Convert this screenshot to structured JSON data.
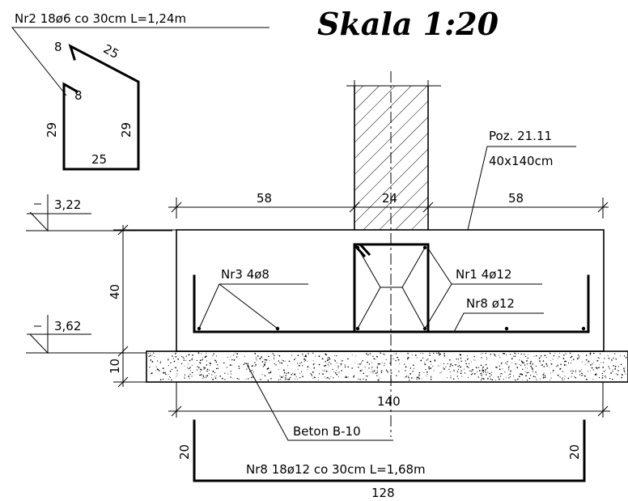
{
  "title": "Skala 1:20",
  "labels": {
    "nr2_spec": "Nr2  18ø6  co  30cm  L=1,24m",
    "nr2_seg_top": "25",
    "nr2_seg_hook_top": "8",
    "nr2_seg_hook_left": "8",
    "nr2_seg_left": "29",
    "nr2_seg_right": "29",
    "nr2_seg_bottom": "25",
    "level_top": "3,22",
    "level_bottom": "3,62",
    "dim_left": "58",
    "dim_center": "24",
    "dim_right": "58",
    "dim_height_footing": "40",
    "dim_height_concrete": "10",
    "dim_width_total": "140",
    "poz_line1": "Poz. 21.11",
    "poz_line2": "40x140cm",
    "nr3": "Nr3  4ø8",
    "nr1": "Nr1  4ø12",
    "nr8_short": "Nr8  ø12",
    "beton": "Beton  B-10",
    "nr8_leg_left": "20",
    "nr8_leg_right": "20",
    "nr8_spec": "Nr8  18ø12  co  30cm  L=1,68m",
    "nr8_length": "128"
  },
  "colors": {
    "ink": "#000000",
    "background": "#ffffff"
  }
}
